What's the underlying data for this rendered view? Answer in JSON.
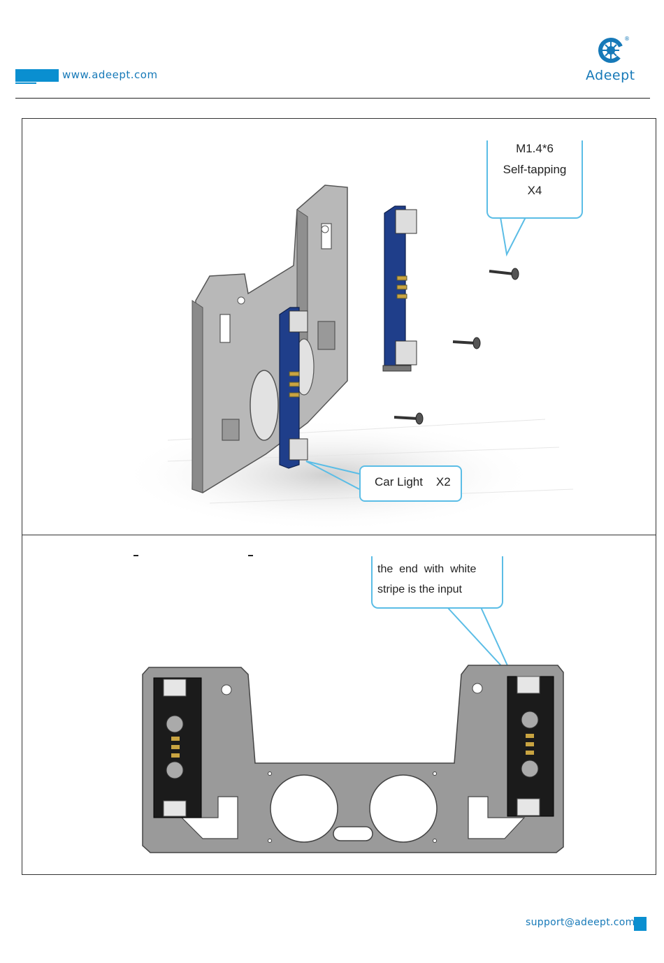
{
  "header": {
    "url": "www.adeept.com",
    "brand": "Adeept",
    "registered": "®",
    "accent_color": "#0a8fd0"
  },
  "step1": {
    "screw_callout": {
      "line1": "M1.4*6",
      "line2": "Self-tapping",
      "line3": "X4"
    },
    "light_callout": "Car Light    X2"
  },
  "step2": {
    "input_callout": {
      "line1": "the  end  with  white",
      "line2": "stripe is the input"
    }
  },
  "footer": {
    "email": "support@adeept.com"
  },
  "icons": [
    "adeept-logo-icon",
    "screw-icon",
    "car-light-module-icon",
    "bracket-plate-icon"
  ]
}
